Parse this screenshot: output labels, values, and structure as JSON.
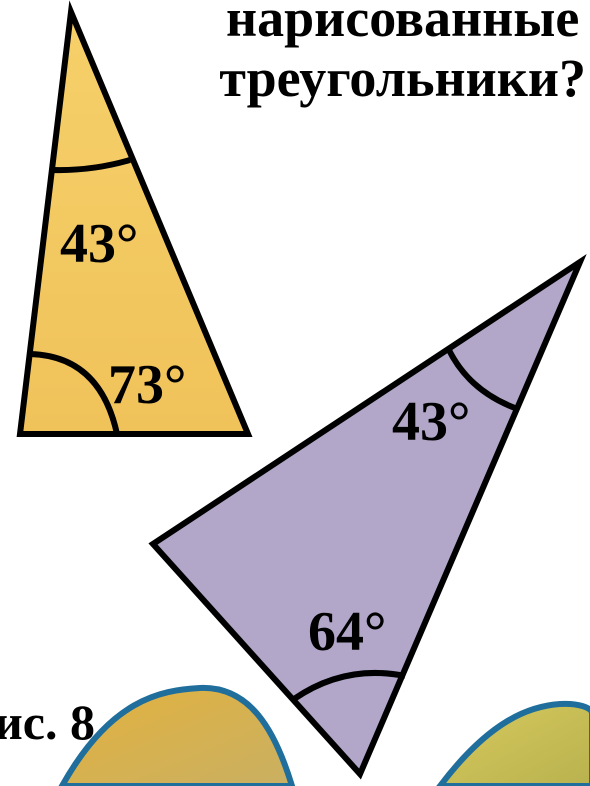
{
  "question": {
    "line1": "нарисованные",
    "line2": "треугольники?"
  },
  "figure_label": "ис. 8",
  "triangles": [
    {
      "name": "yellow-triangle",
      "fill": "#f4c95d",
      "angles": [
        "43°",
        "73°"
      ]
    },
    {
      "name": "purple-triangle",
      "fill": "#b2a7c9",
      "angles": [
        "43°",
        "64°"
      ]
    }
  ],
  "colors": {
    "outline": "#000000",
    "wave_stroke": "#1f6e9c",
    "wave_fill_left": "#d6a93a",
    "wave_fill_right": "#c6bd58"
  }
}
